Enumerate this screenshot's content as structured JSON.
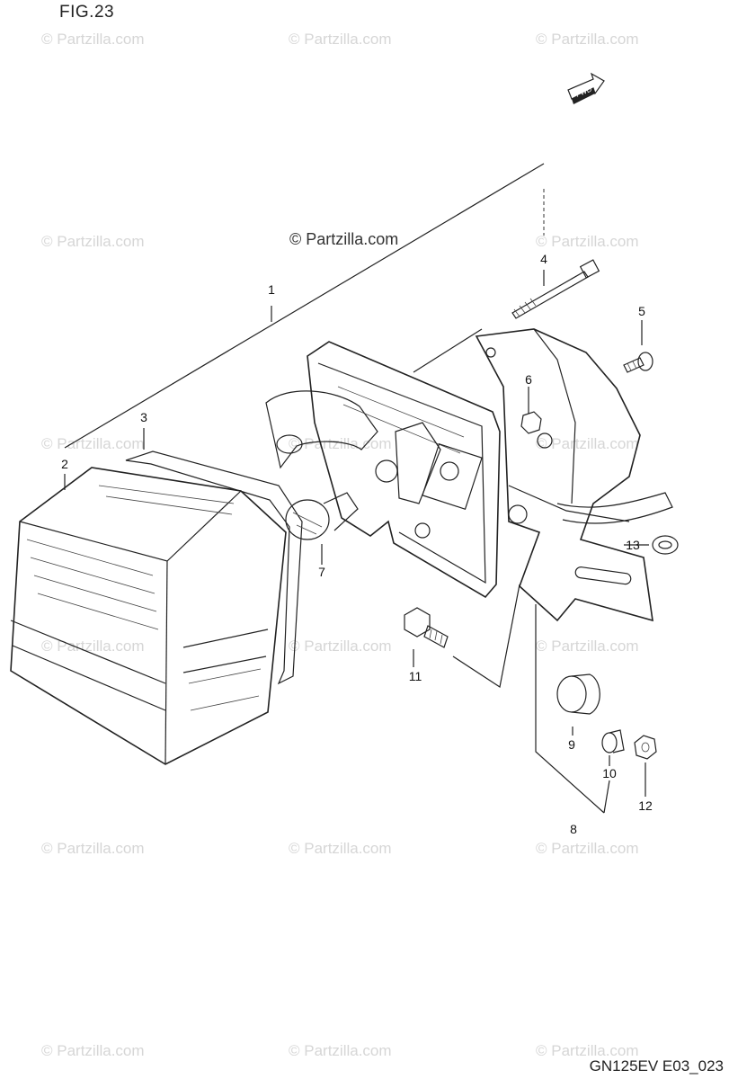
{
  "figure": {
    "title": "FIG.23",
    "drawing_code": "GN125EV E03_023",
    "fwd_label": "FWD"
  },
  "watermark": {
    "text": "© Partzilla.com",
    "center_text": "© Partzilla.com"
  },
  "callouts": [
    "1",
    "2",
    "3",
    "4",
    "5",
    "6",
    "7",
    "8",
    "9",
    "10",
    "11",
    "12",
    "13"
  ]
}
